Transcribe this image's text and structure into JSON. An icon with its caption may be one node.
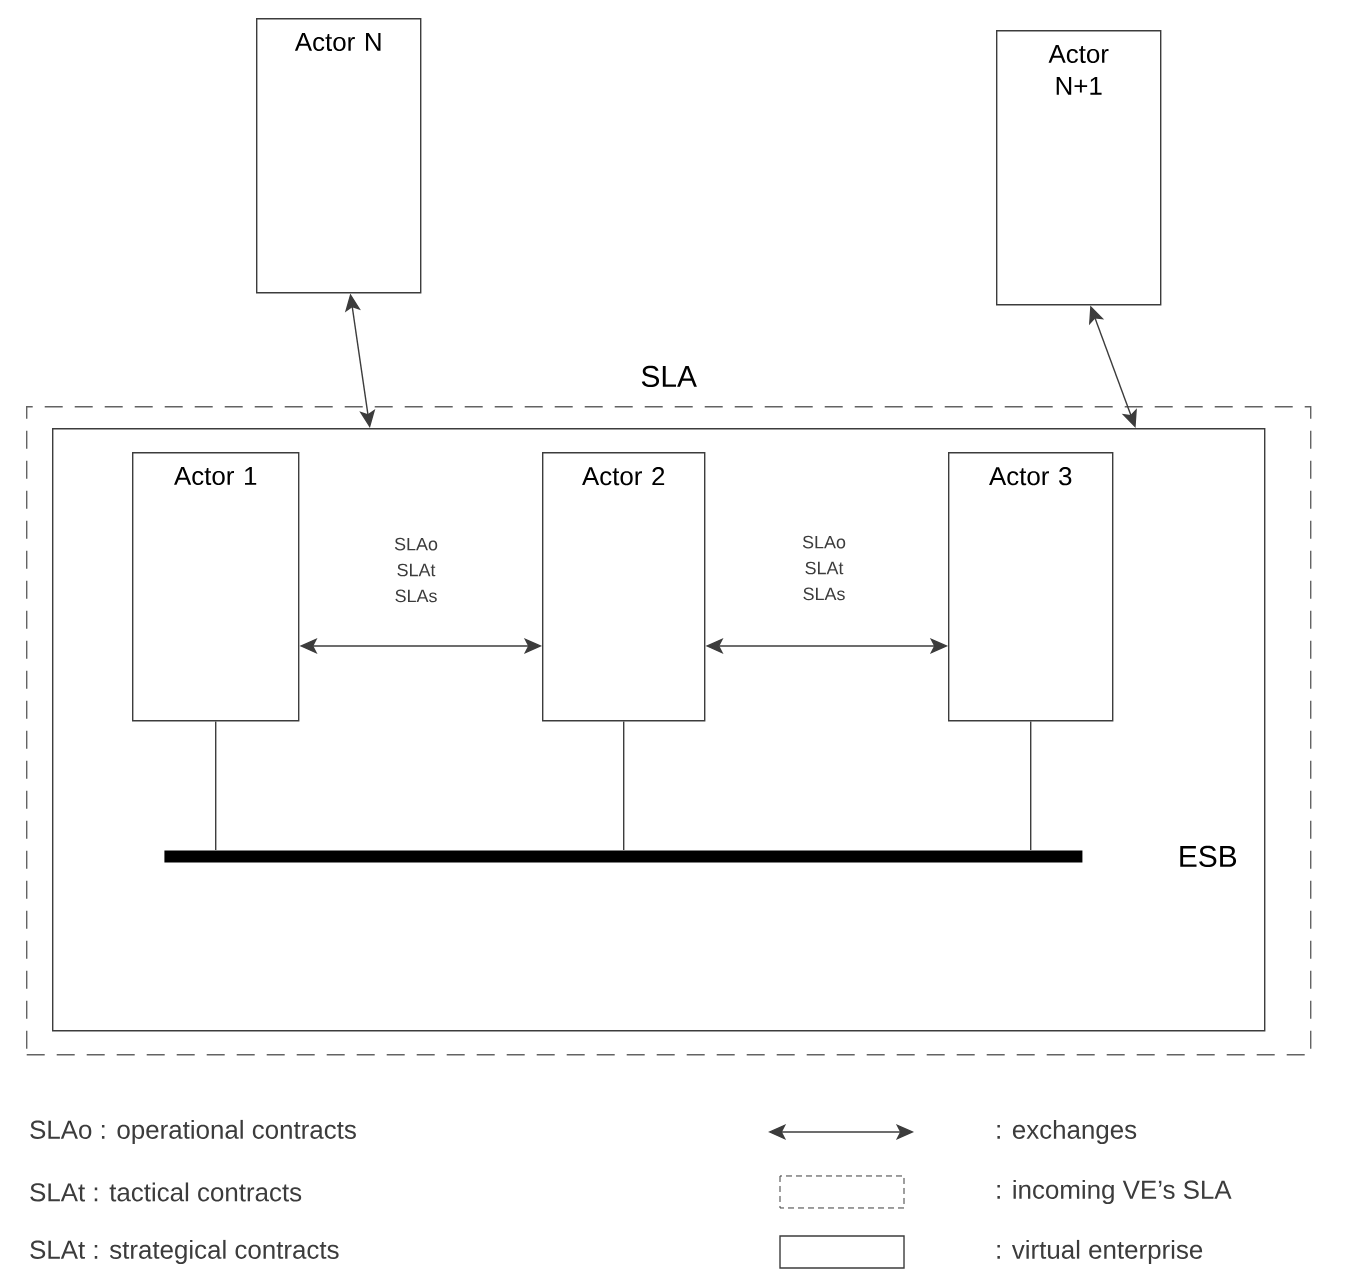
{
  "diagram": {
    "nodes": [
      {
        "text": [
          "Actor N"
        ]
      },
      {
        "text": [
          "Actor N+1"
        ]
      },
      {
        "text": [
          "SLA"
        ]
      },
      {
        "text": [],
        "shape": "box",
        "in": 2
      },
      {
        "text": [
          "Actor 1"
        ],
        "in": 3
      },
      {
        "text": [
          "Actor 2"
        ],
        "in": 3
      },
      {
        "text": [
          "Actor 3"
        ],
        "in": 3
      },
      {
        "text": [],
        "shape": "bar",
        "beside": [
          "ESB"
        ],
        "in": 3
      }
    ],
    "edges": [
      {
        "from": 0,
        "to": 3,
        "arrow": "both"
      },
      {
        "from": 1,
        "to": 3,
        "arrow": "both"
      },
      {
        "from": 4,
        "to": 5,
        "arrow": "both",
        "label": "SLAo SLAt SLAs"
      },
      {
        "from": 5,
        "to": 6,
        "arrow": "both",
        "label": "SLAo SLAt SLAs"
      },
      {
        "from": 4,
        "to": 7,
        "arrow": "none"
      },
      {
        "from": 5,
        "to": 7,
        "arrow": "none"
      },
      {
        "from": 6,
        "to": 7,
        "arrow": "none"
      }
    ],
    "labels": [
      "SLAo : operational contracts",
      "SLAt : tactical contracts",
      "SLAt : strategical contracts"
    ],
    "legend": [
      {
        "text": ": exchanges"
      },
      {
        "text": ": incoming VE’s SLA"
      },
      {
        "text": ": virtual enterprise"
      }
    ]
  }
}
